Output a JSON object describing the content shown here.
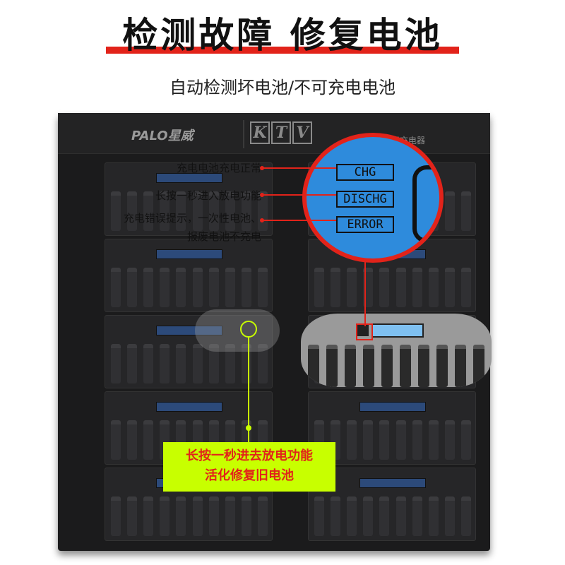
{
  "header": {
    "title": "检测故障  修复电池",
    "subtitle": "自动检测坏电池/不可充电电池"
  },
  "device": {
    "brand": "PALO星威",
    "ktv_letters": [
      "K",
      "T",
      "V"
    ],
    "charger_label": "通用充电器"
  },
  "zoom_panel": {
    "labels": [
      "CHG",
      "DISCHG",
      "ERROR"
    ]
  },
  "callouts": [
    "充电电池充电正常",
    "长按一秒进入放电功能",
    "充电错误提示，一次性电池、",
    "报废电池不充电"
  ],
  "notice": {
    "line1": "长按一秒进去放电功能",
    "line2": "活化修复旧电池"
  },
  "colors": {
    "accent_red": "#e2231a",
    "highlight_yellow": "#c8ff00",
    "lcd_blue": "#2e8bdc"
  }
}
